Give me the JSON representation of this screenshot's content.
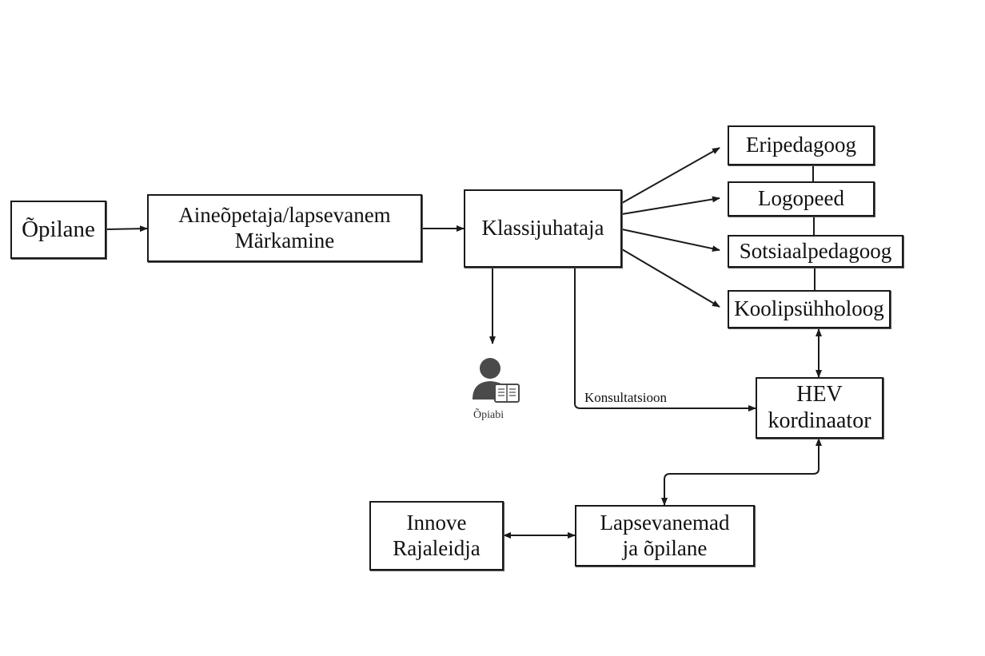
{
  "nodes": {
    "opilane": {
      "lines": [
        "Õpilane"
      ]
    },
    "aineopetaja": {
      "lines": [
        "Aineõpetaja/lapsevanem",
        "Märkamine"
      ]
    },
    "klassijuhataja": {
      "lines": [
        "Klassijuhataja"
      ]
    },
    "eripedagoog": {
      "lines": [
        "Eripedagoog"
      ]
    },
    "logopeed": {
      "lines": [
        "Logopeed"
      ]
    },
    "sotsiaalpedagoog": {
      "lines": [
        "Sotsiaalpedagoog"
      ]
    },
    "koolipsuhholoog": {
      "lines": [
        "Koolipsühholoog"
      ]
    },
    "hev": {
      "lines": [
        "HEV",
        "kordinaator"
      ]
    },
    "lapsevanemad": {
      "lines": [
        "Lapsevanemad",
        "ja õpilane"
      ]
    },
    "innove": {
      "lines": [
        "Innove",
        "Rajaleidja"
      ]
    }
  },
  "edge_labels": {
    "konsultatsioon": "Konsultatsioon"
  },
  "icons": {
    "opiabi": {
      "icon": "person-reading-book-icon",
      "label": "Õpiabi",
      "color": "#4a4a4a"
    }
  },
  "colors": {
    "line": "#1a1a1a",
    "background": "#ffffff"
  }
}
